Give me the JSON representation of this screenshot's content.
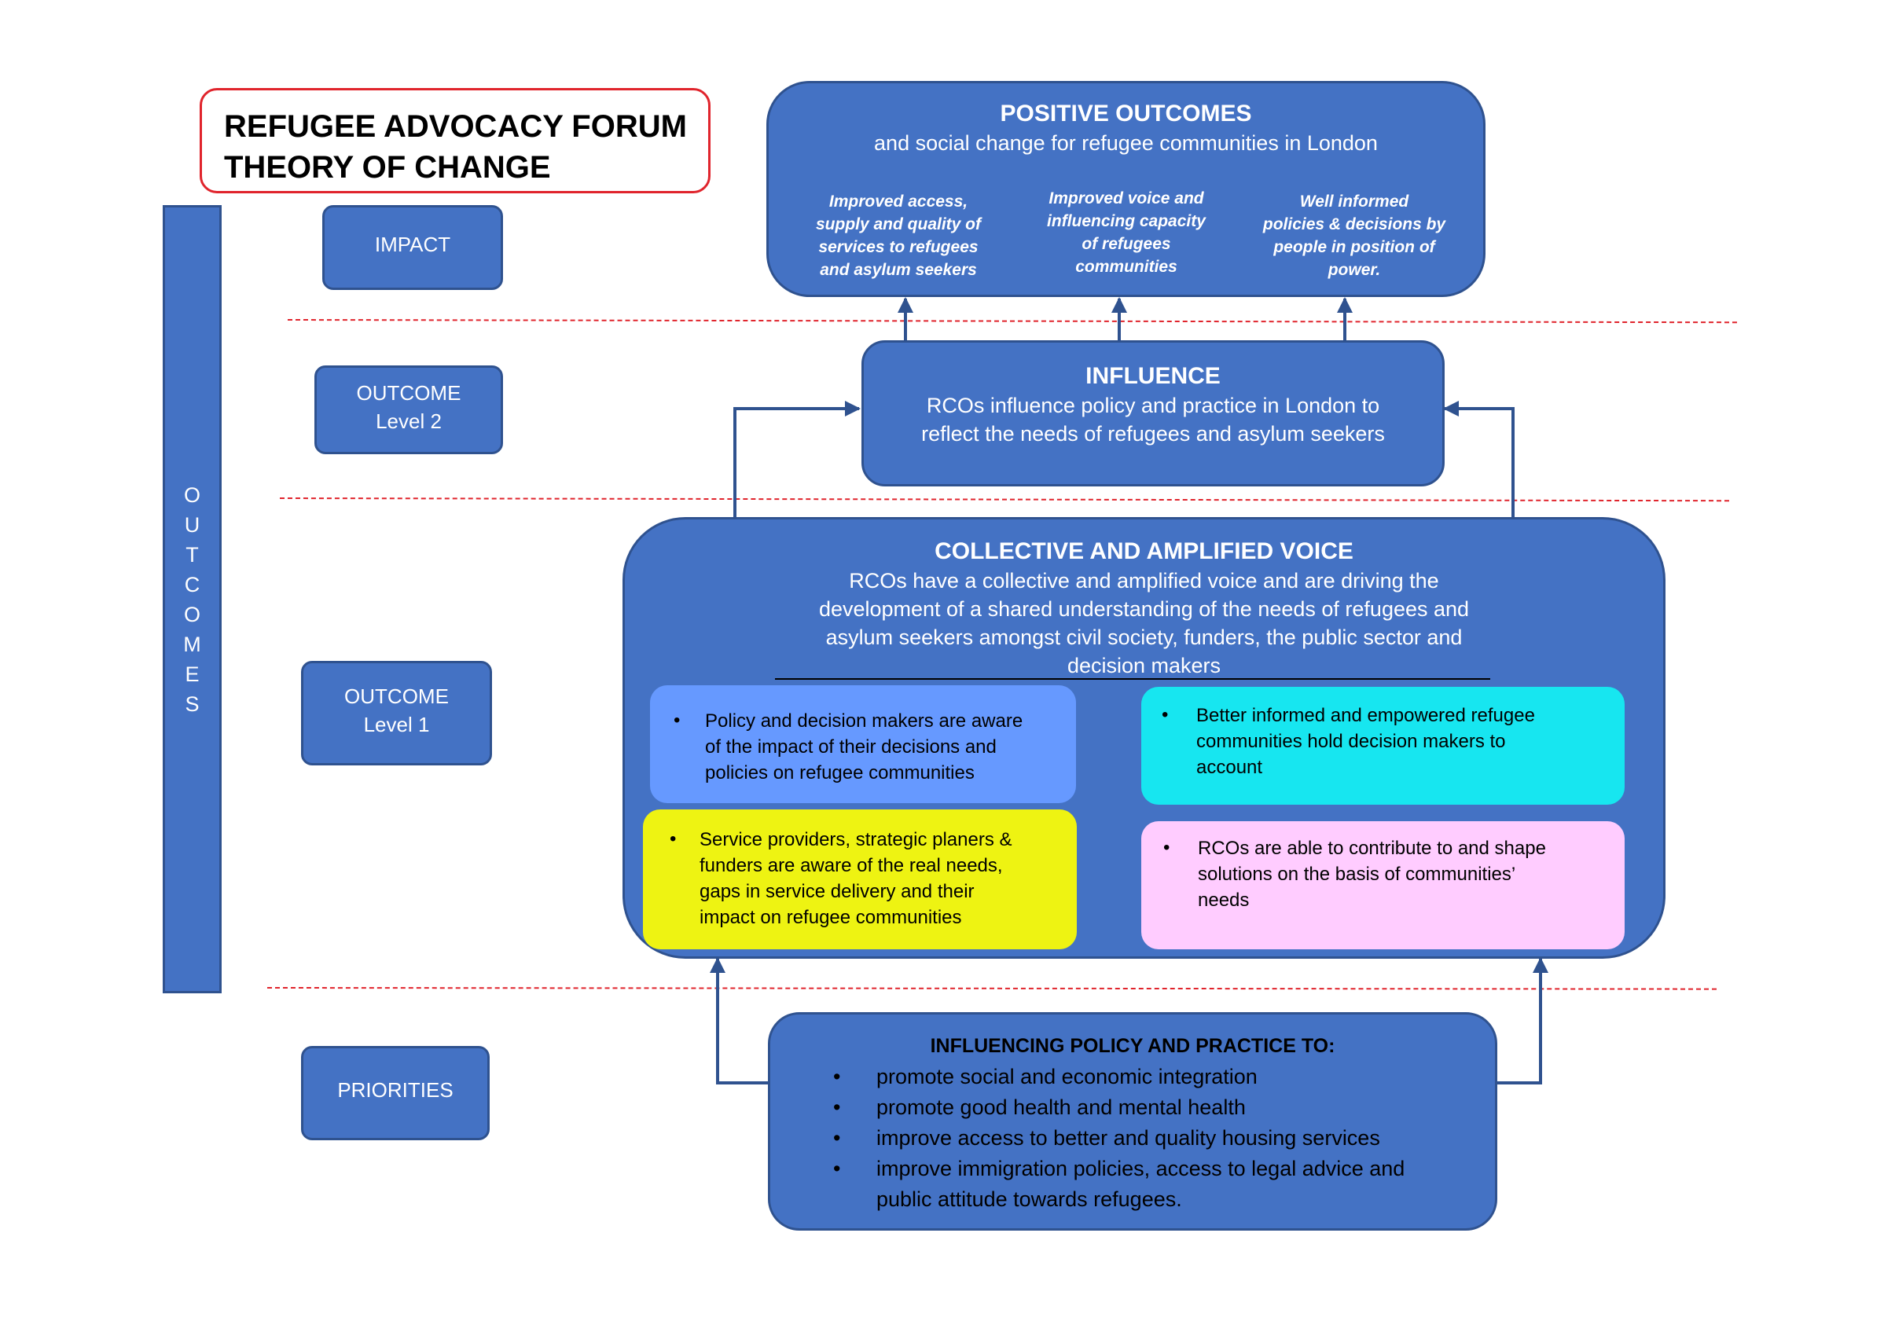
{
  "title": {
    "line1": "REFUGEE ADVOCACY FORUM",
    "line2": "THEORY OF CHANGE"
  },
  "sidebar_label": [
    "O",
    "U",
    "T",
    "C",
    "O",
    "M",
    "E",
    "S"
  ],
  "levels": {
    "impact": "IMPACT",
    "outcome2_line1": "OUTCOME",
    "outcome2_line2": "Level 2",
    "outcome1_line1": "OUTCOME",
    "outcome1_line2": "Level 1",
    "priorities": "PRIORITIES"
  },
  "positive_outcomes": {
    "heading": "POSITIVE OUTCOMES",
    "subtitle": "and social change for refugee communities in London",
    "col1": [
      "Improved access,",
      "supply and quality of",
      "services to refugees",
      "and asylum seekers"
    ],
    "col2": [
      "Improved voice and",
      "influencing capacity",
      "of refugees",
      "communities"
    ],
    "col3": [
      "Well informed",
      "policies & decisions by",
      "people in position of",
      "power."
    ]
  },
  "influence": {
    "heading": "INFLUENCE",
    "line1": "RCOs influence policy and practice in London to",
    "line2": "reflect the needs of refugees and asylum seekers"
  },
  "collective": {
    "heading": "COLLECTIVE AND AMPLIFIED VOICE",
    "lines": [
      "RCOs have a collective and amplified voice and are driving the",
      "development of a shared understanding of the needs of refugees and",
      "asylum seekers amongst civil society, funders, the public sector and",
      "decision makers"
    ],
    "card_policy": [
      "Policy and decision makers are aware",
      "of the impact of their decisions and",
      "policies on refugee communities"
    ],
    "card_informed": [
      "Better informed and empowered refugee",
      "communities hold decision makers to",
      "account"
    ],
    "card_service": [
      "Service providers, strategic planers &",
      "funders are aware of the real needs,",
      "gaps in service delivery and their",
      "impact on refugee communities"
    ],
    "card_rcos": [
      "RCOs are able to contribute to and shape",
      "solutions on the basis of communities’",
      "needs"
    ]
  },
  "priorities": {
    "heading": "INFLUENCING POLICY AND PRACTICE TO:",
    "items": [
      "promote social and economic integration",
      "promote good health and mental health",
      "improve access to better and quality housing services",
      "improve immigration policies,  access to legal advice  and"
    ],
    "item4_cont": "public attitude towards refugees."
  },
  "bullet_glyph": "•",
  "colors": {
    "box_blue": "#4472c4",
    "box_border": "#2f528f",
    "card_policy": "#6699ff",
    "card_informed": "#17e6f0",
    "card_service": "#eef312",
    "card_rcos": "#ffccff",
    "dashed_line": "#e0242c",
    "title_border": "#e0242c"
  }
}
